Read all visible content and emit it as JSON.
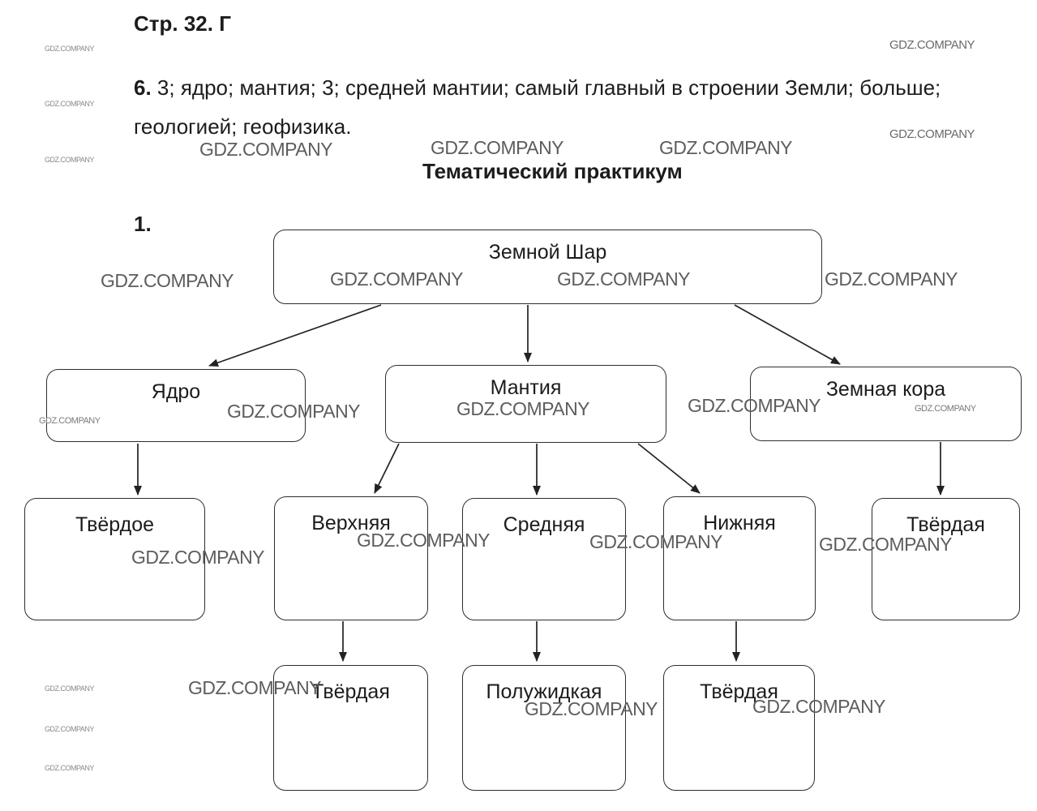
{
  "watermark": "GDZ.COMPANY",
  "header": {
    "page_title": "Стр. 32. Г",
    "section_heading": "Тематический практикум",
    "task_number": "1."
  },
  "answer": {
    "number": "6.",
    "line1": "3; ядро; мантия; 3; средней мантии; самый главный в строении Земли; больше;",
    "line2": "геологией; геофизика."
  },
  "diagram": {
    "root": {
      "label": "Земной Шар"
    },
    "level2": [
      {
        "label": "Ядро"
      },
      {
        "label": "Мантия"
      },
      {
        "label": "Земная кора"
      }
    ],
    "level3": [
      {
        "label": "Твёрдое"
      },
      {
        "label": "Верхняя"
      },
      {
        "label": "Средняя"
      },
      {
        "label": "Нижняя"
      },
      {
        "label": "Твёрдая"
      }
    ],
    "level4": [
      {
        "label": "Твёрдая"
      },
      {
        "label": "Полужидкая"
      },
      {
        "label": "Твёрдая"
      }
    ],
    "edges": [
      {
        "from": "Земной Шар",
        "to": "Ядро"
      },
      {
        "from": "Земной Шар",
        "to": "Мантия"
      },
      {
        "from": "Земной Шар",
        "to": "Земная кора"
      },
      {
        "from": "Ядро",
        "to": "Твёрдое"
      },
      {
        "from": "Мантия",
        "to": "Верхняя"
      },
      {
        "from": "Мантия",
        "to": "Средняя"
      },
      {
        "from": "Мантия",
        "to": "Нижняя"
      },
      {
        "from": "Земная кора",
        "to": "Твёрдая"
      },
      {
        "from": "Верхняя",
        "to": "Твёрдая"
      },
      {
        "from": "Средняя",
        "to": "Полужидкая"
      },
      {
        "from": "Нижняя",
        "to": "Твёрдая"
      }
    ]
  }
}
